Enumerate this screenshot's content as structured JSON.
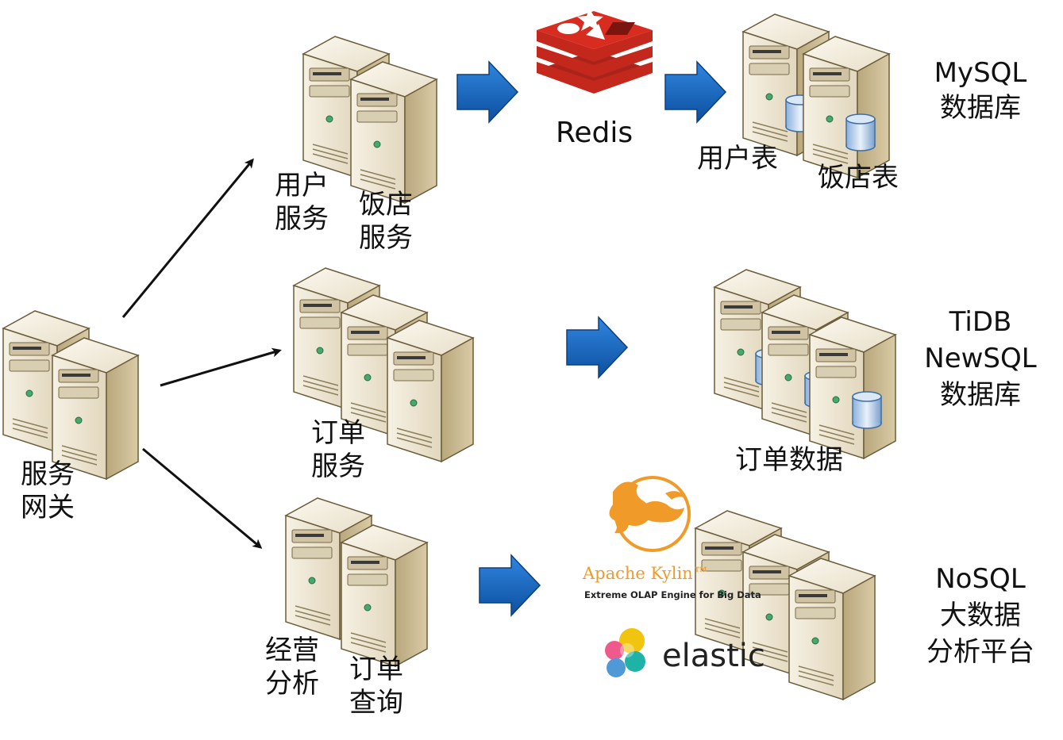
{
  "gateway": {
    "line1": "服务",
    "line2": "网关"
  },
  "user_service": {
    "line1": "用户",
    "line2": "服务"
  },
  "restaurant_service": {
    "line1": "饭店",
    "line2": "服务"
  },
  "order_service": {
    "line1": "订单",
    "line2": "服务"
  },
  "biz_analysis": {
    "line1": "经营",
    "line2": "分析"
  },
  "order_query": {
    "line1": "订单",
    "line2": "查询"
  },
  "redis": {
    "label": "Redis",
    "brand_color": "#d82c20"
  },
  "user_table": {
    "label": "用户表"
  },
  "restaurant_table": {
    "label": "饭店表"
  },
  "order_data": {
    "label": "订单数据"
  },
  "mysql": {
    "line1": "MySQL",
    "line2": "数据库"
  },
  "tidb": {
    "line1": "TiDB",
    "line2": "NewSQL",
    "line3": "数据库"
  },
  "nosql": {
    "line1": "NoSQL",
    "line2": "大数据",
    "line3": "分析平台"
  },
  "kylin": {
    "name": "Apache Kylin™",
    "tagline": "Extreme OLAP Engine for Big Data",
    "brand_color": "#f09a2a"
  },
  "elastic": {
    "name": "elastic"
  },
  "colors": {
    "arrow_blue": "#1466c0",
    "server_body": "#efe7d5",
    "server_side": "#c9b98f"
  }
}
